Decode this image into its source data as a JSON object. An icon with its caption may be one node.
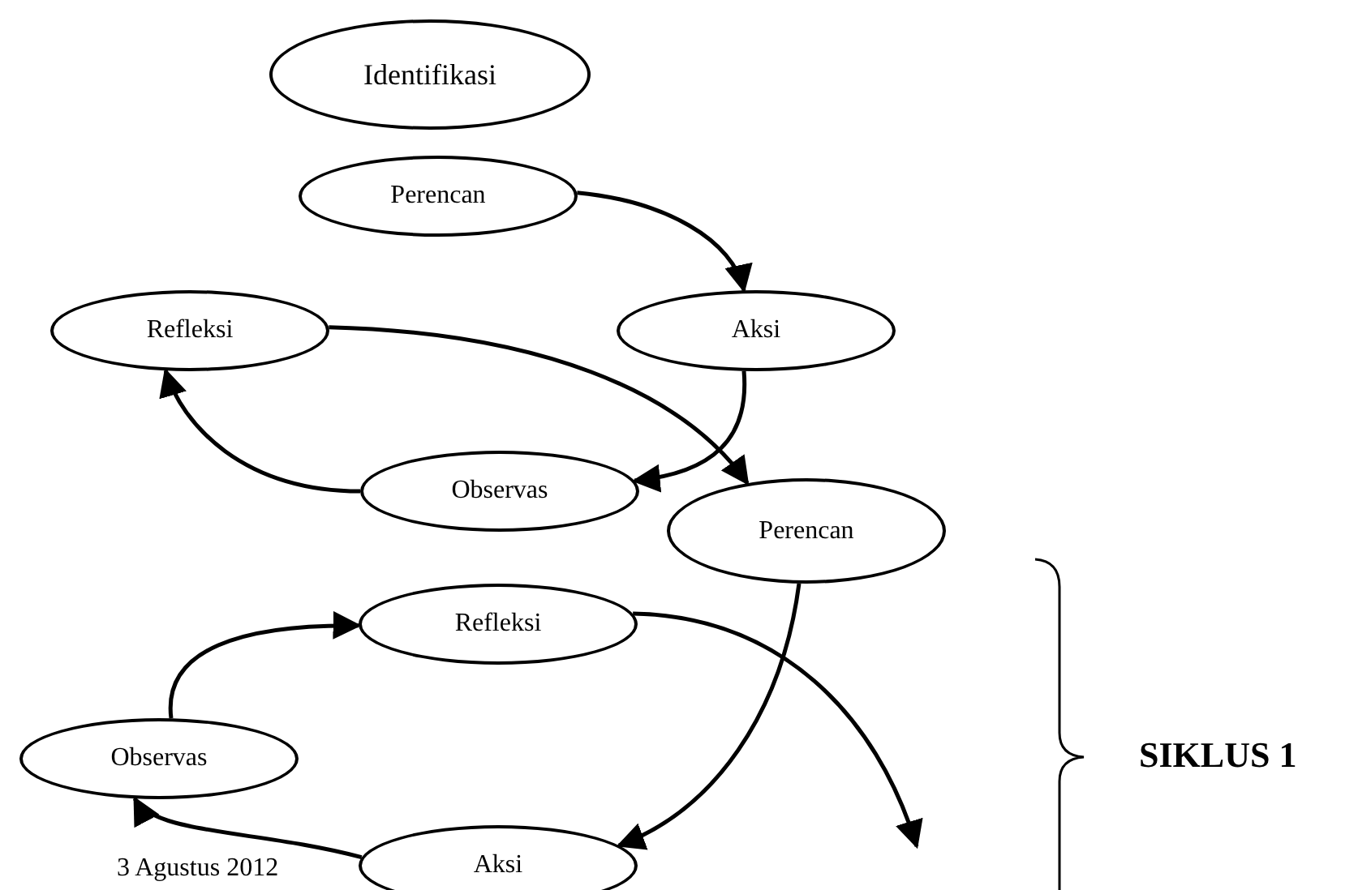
{
  "diagram": {
    "nodes": [
      {
        "text": [
          "Identifikasi"
        ]
      },
      {
        "text": [
          "Perencan"
        ]
      },
      {
        "text": [
          "Aksi"
        ]
      },
      {
        "text": [
          "Refleksi"
        ]
      },
      {
        "text": [
          "Observas"
        ]
      },
      {
        "text": [
          "Perencan"
        ]
      },
      {
        "text": [
          "Refleksi"
        ]
      },
      {
        "text": [
          "Observas"
        ]
      },
      {
        "text": [
          "Aksi"
        ]
      }
    ],
    "edges": [
      {
        "from": 1,
        "to": 2,
        "arrow": "to"
      },
      {
        "from": 2,
        "to": 4,
        "arrow": "to"
      },
      {
        "from": 4,
        "to": 3,
        "arrow": "to"
      },
      {
        "from": 3,
        "to": 5,
        "arrow": "to"
      },
      {
        "from": 5,
        "to": 8,
        "arrow": "to"
      },
      {
        "from": 8,
        "to": 7,
        "arrow": "to"
      },
      {
        "from": 7,
        "to": 6,
        "arrow": "to"
      },
      {
        "from": 6,
        "to": null,
        "arrow": "to"
      }
    ],
    "labels": [
      "SIKLUS 1",
      "3 Agustus 2012"
    ]
  }
}
